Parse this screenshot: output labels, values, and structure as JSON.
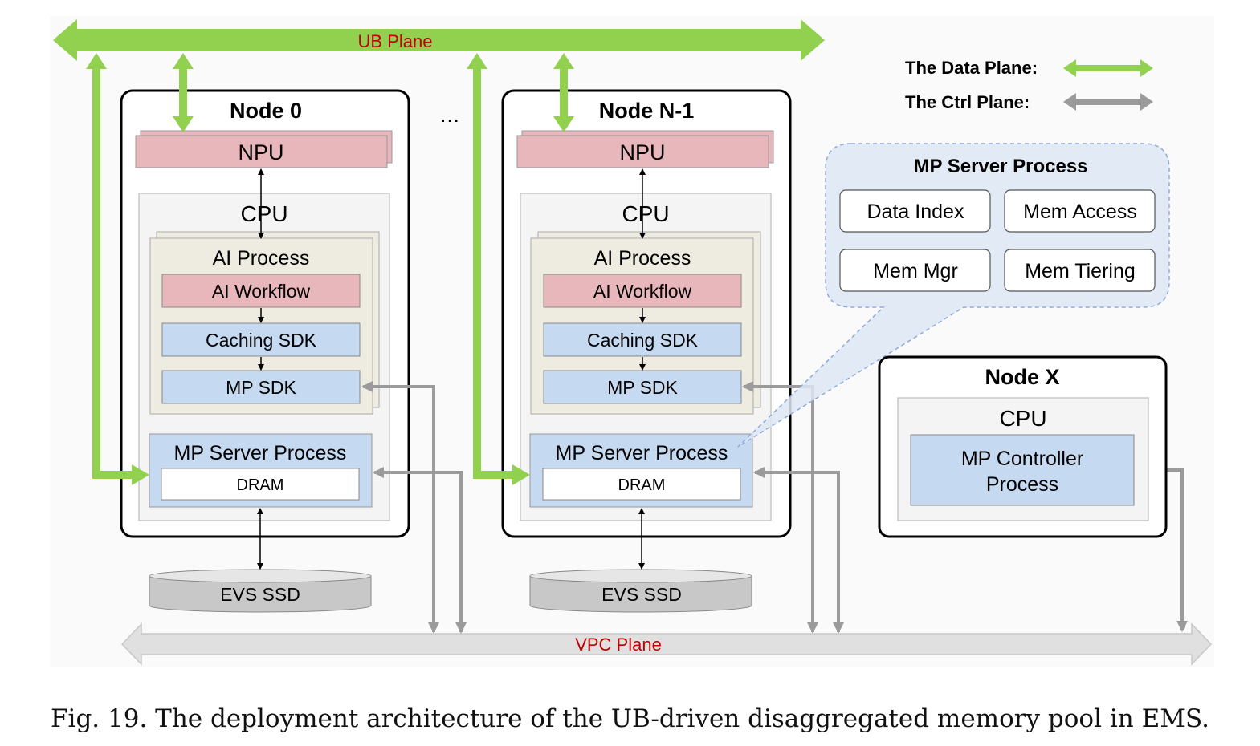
{
  "colors": {
    "data_plane": "#92d050",
    "ctrl_plane": "#9b9b9b",
    "npu_fill": "#e8b7bc",
    "blue_fill": "#c5d9f1",
    "ai_process_fill": "#eeece1",
    "cpu_fill": "#f4f4f4",
    "plane_label": "#c00000"
  },
  "planes": {
    "ub": "UB Plane",
    "vpc": "VPC Plane"
  },
  "legend": {
    "data_plane": "The Data Plane:",
    "ctrl_plane": "The Ctrl Plane:"
  },
  "ellipsis": "…",
  "nodes": [
    {
      "title": "Node 0",
      "npu": "NPU",
      "cpu": "CPU",
      "ai_process": "AI Process",
      "ai_workflow": "AI Workflow",
      "caching_sdk": "Caching SDK",
      "mp_sdk": "MP SDK",
      "mp_server": "MP Server Process",
      "dram": "DRAM",
      "ssd": "EVS SSD"
    },
    {
      "title": "Node N-1",
      "npu": "NPU",
      "cpu": "CPU",
      "ai_process": "AI Process",
      "ai_workflow": "AI Workflow",
      "caching_sdk": "Caching SDK",
      "mp_sdk": "MP SDK",
      "mp_server": "MP Server Process",
      "dram": "DRAM",
      "ssd": "EVS SSD"
    }
  ],
  "callout": {
    "title": "MP Server Process",
    "items": [
      "Data Index",
      "Mem Access",
      "Mem Mgr",
      "Mem Tiering"
    ]
  },
  "node_x": {
    "title": "Node X",
    "cpu": "CPU",
    "controller_line1": "MP Controller",
    "controller_line2": "Process"
  },
  "caption": "Fig. 19.  The deployment architecture of the UB-driven disaggregated memory pool in EMS."
}
